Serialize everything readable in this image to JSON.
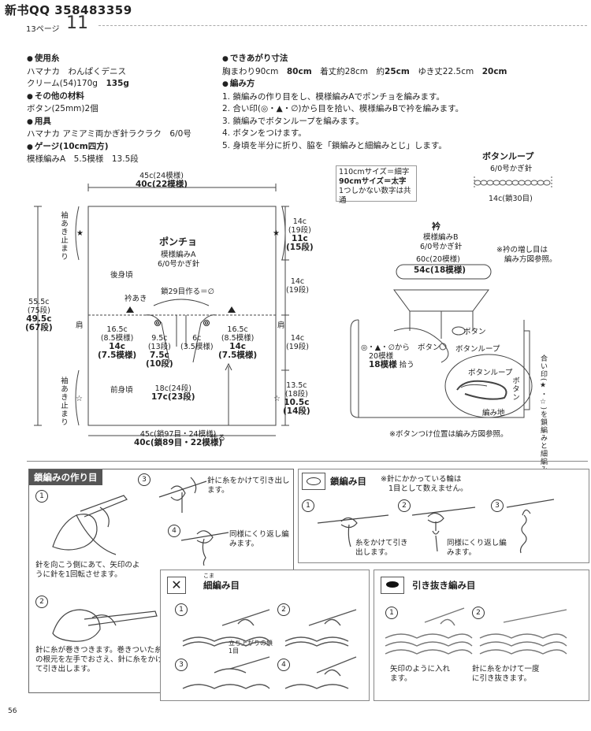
{
  "header": {
    "title": "新书QQ 358483359",
    "page_label": "13ページ",
    "page_number": "11"
  },
  "specs": {
    "yarn_h": "使用糸",
    "yarn_line1": "ハマナカ　わんぱくデニス",
    "yarn_line2": "クリーム(54)170g",
    "yarn_line2_b": "135g",
    "other_h": "その他の材料",
    "other_line": "ボタン(25mm)2個",
    "tools_h": "用具",
    "tools_line": "ハマナカ アミアミ両かぎ針ラクラク　6/0号",
    "gauge_h": "ゲージ(10cm四方)",
    "gauge_line": "模様編みA　5.5模様　13.5段",
    "size_h": "できあがり寸法",
    "size_line_a": "胸まわり90cm",
    "size_line_b": "80cm",
    "size_line_c": "着丈約28cm　約",
    "size_line_d": "25cm",
    "size_line_e": "ゆき丈22.5cm",
    "size_line_f": "20cm",
    "method_h": "編み方",
    "steps": [
      "1. 鎖編みの作り目をし、模様編みAでポンチョを編みます。",
      "2. 合い印(◎・▲・∅)から目を拾い、模様編みBで衿を編みます。",
      "3. 鎖編みでボタンループを編みます。",
      "4. ボタンをつけます。",
      "5. 身頃を半分に折り、脇を「鎖編みと細編みとじ」します。"
    ]
  },
  "legend": {
    "line1": "110cmサイズ＝細字",
    "line2": "90cmサイズ＝太字",
    "line3": "1つしかない数字は共通"
  },
  "button_loop": {
    "title": "ボタンループ",
    "hook": "6/0号かぎ針",
    "len": "14c(鎖30目)"
  },
  "poncho": {
    "title": "ポンチョ",
    "pattern": "模様編みA",
    "hook": "6/0号かぎ針",
    "back": "後身頃",
    "front": "前身頃",
    "neck": "衿あき",
    "chain29": "鎖29目作る＝∅",
    "top_w1": "45c(24模様)",
    "top_w2": "40c(22模様)",
    "bot_w1": "45c(鎖97目・24模様)",
    "bot_w2": "40c(鎖89目・22模様)",
    "bot_make": "作る",
    "total_h1": "55.5c",
    "total_h2": "(75段)",
    "total_h3": "49.5c",
    "total_h4": "(67段)",
    "armhole_top": "袖あき止まり",
    "armhole_bot": "袖あき止まり",
    "shoulder": "肩",
    "r1a": "14c",
    "r1b": "(19段)",
    "r1c": "11c",
    "r1d": "(15段)",
    "r2a": "14c",
    "r2b": "(19段)",
    "r3a": "14c",
    "r3b": "(19段)",
    "r4a": "13.5c",
    "r4b": "(18段)",
    "r4c": "10.5c",
    "r4d": "(14段)",
    "sideL1": "16.5c",
    "sideL2": "(8.5模様)",
    "sideL3": "14c",
    "sideL4": "(7.5模様)",
    "sideR1": "16.5c",
    "sideR2": "(8.5模様)",
    "sideR3": "14c",
    "sideR4": "(7.5模様)",
    "midL1": "9.5c",
    "midL2": "(13段)",
    "midL3": "7.5c",
    "midL4": "(10段)",
    "center1": "6c",
    "center2": "(3.5模様)",
    "front1": "18c(24段)",
    "front2": "17c(23段)"
  },
  "collar": {
    "title": "衿",
    "pattern": "模様編みB",
    "hook": "6/0号かぎ針",
    "w1": "60c(20模様)",
    "w2": "54c(18模様)",
    "note1": "※衿の増し目は",
    "note2": "編み方図参照。",
    "pick1": "◎・▲・∅から",
    "pick2": "20模様",
    "pick3": "18模様",
    "pick4": "拾う",
    "button": "ボタン",
    "button2": "ボタン",
    "loop": "ボタンループ",
    "loop2": "ボタンループ",
    "button3": "ボタン",
    "body": "編み地",
    "side_note": "合い印(★・☆)を鎖編みと細編みとじ",
    "foot": "※ボタンつけ位置は編み方図参照。"
  },
  "chain_start": {
    "title": "鎖編みの作り目",
    "step1": "針を向こう側にあて、矢印のように針を1回転させます。",
    "step2": "針に糸が巻きつきます。巻きついた糸の根元を左手でおさえ、針に糸をかけて引き出します。",
    "step3": "針に糸をかけて引き出します。",
    "step4": "同様にくり返し編みます。"
  },
  "chain_stitch": {
    "title": "鎖編み目",
    "note1": "※針にかかっている輪は",
    "note2": "1目として数えません。",
    "step1": "糸をかけて引き出します。",
    "step2": "同様にくり返し編みます。"
  },
  "single": {
    "title": "細編み目",
    "ruby": "こま",
    "step1": "立ち上がりの鎖1目"
  },
  "slip": {
    "title": "引き抜き編み目",
    "step2": "針に糸をかけて一度に引き抜きます。",
    "step1": "矢印のように入れます。"
  },
  "footer": {
    "page": "56"
  }
}
